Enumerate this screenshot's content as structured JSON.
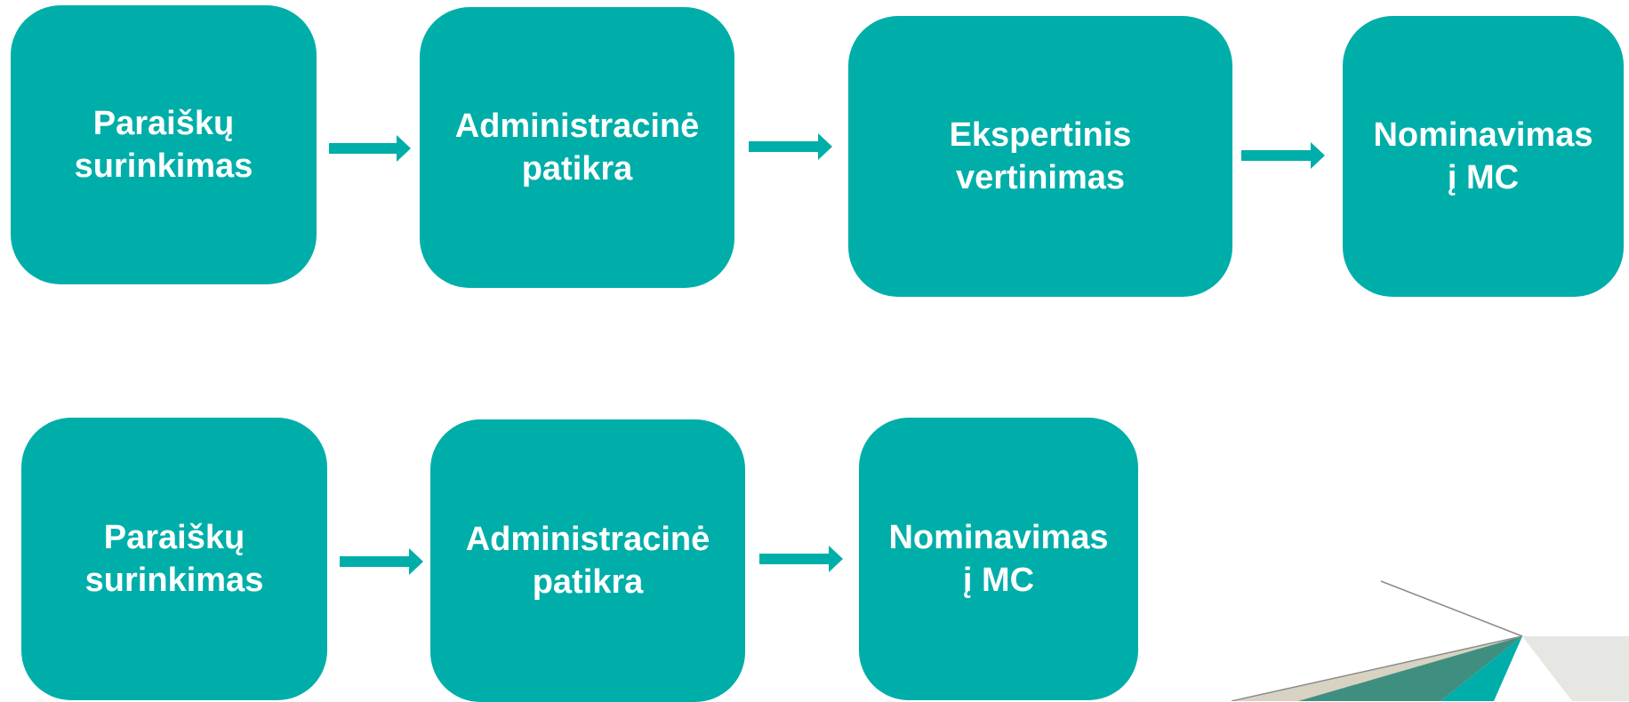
{
  "colors": {
    "box_fill": "#00aea9",
    "box_text": "#ffffff",
    "arrow": "#00aea9"
  },
  "row1": {
    "steps": [
      {
        "line1": "Paraiškų",
        "line2": "surinkimas"
      },
      {
        "line1": "Administracinė",
        "line2": "patikra"
      },
      {
        "line1": "Ekspertinis",
        "line2": "vertinimas"
      },
      {
        "line1": "Nominavimas",
        "line2": "į MC"
      }
    ]
  },
  "row2": {
    "steps": [
      {
        "line1": "Paraiškų",
        "line2": "surinkimas"
      },
      {
        "line1": "Administracinė",
        "line2": "patikra"
      },
      {
        "line1": "Nominavimas",
        "line2": "į MC"
      }
    ]
  }
}
